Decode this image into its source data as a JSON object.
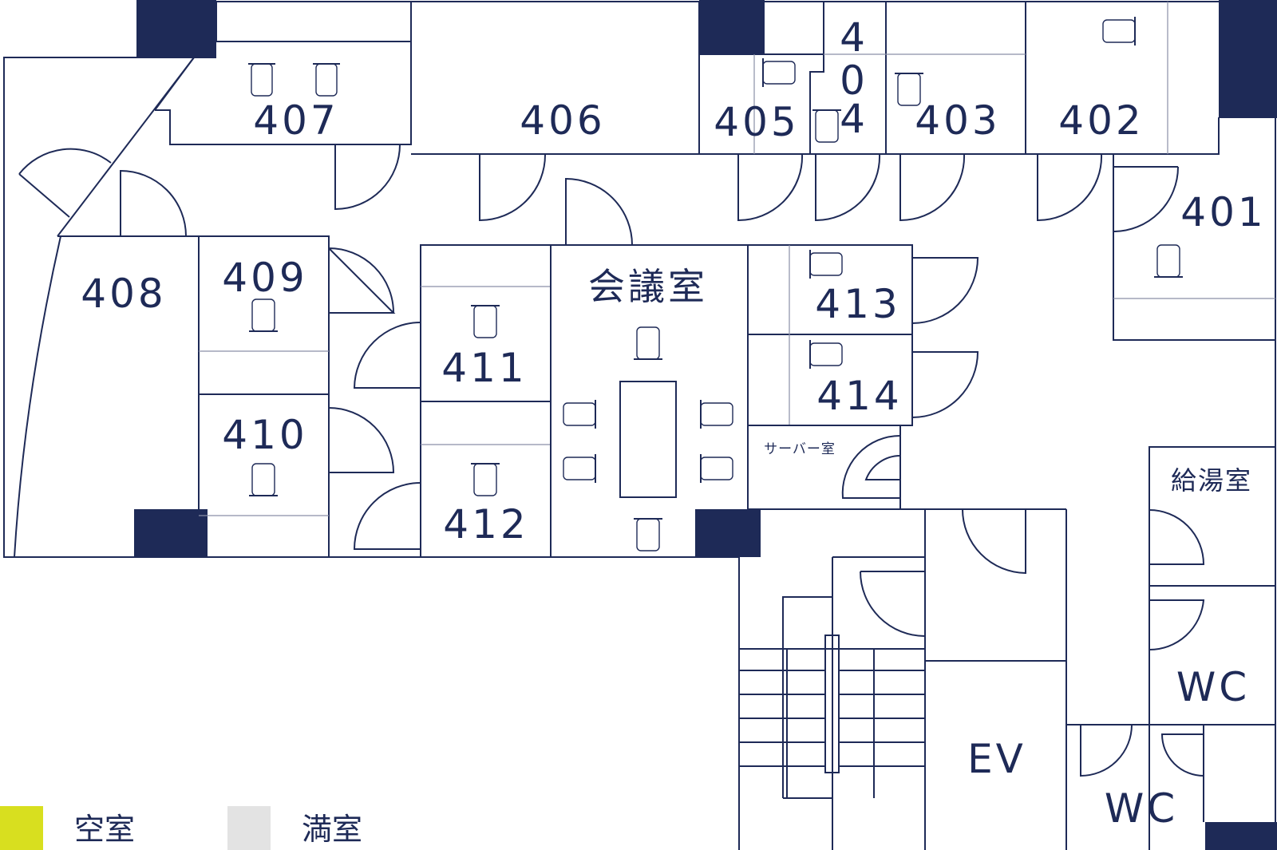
{
  "rooms": {
    "r401": "401",
    "r402": "402",
    "r403": "403",
    "r404_a": "4",
    "r404_b": "0",
    "r404_c": "4",
    "r405": "405",
    "r406": "406",
    "r407": "407",
    "r408": "408",
    "r409": "409",
    "r410": "410",
    "r411": "411",
    "r412": "412",
    "r413": "413",
    "r414": "414",
    "meeting": "会議室",
    "server": "サーバー室",
    "kitchen": "給湯室",
    "wc1": "WC",
    "wc2": "WC",
    "ev": "EV"
  },
  "legend": {
    "vacant_label": "空室",
    "vacant_color": "#d8df1f",
    "occupied_label": "満室",
    "occupied_color": "#e3e3e3"
  },
  "colors": {
    "line": "#1e2a57"
  }
}
